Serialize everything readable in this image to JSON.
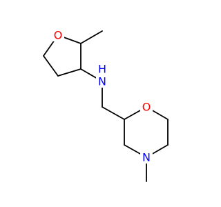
{
  "molecule": {
    "atoms": {
      "thf_oxygen": {
        "symbol": "O",
        "color": "#ff0000"
      },
      "amine_nitrogen": {
        "symbol": "N",
        "color": "#0000ff"
      },
      "amine_hydrogen": {
        "symbol": "H",
        "color": "#0000ff"
      },
      "morpholine_oxygen": {
        "symbol": "O",
        "color": "#ff0000"
      },
      "morpholine_nitrogen": {
        "symbol": "N",
        "color": "#0000ff"
      }
    },
    "bond_color": "#000000",
    "background": "#ffffff"
  }
}
